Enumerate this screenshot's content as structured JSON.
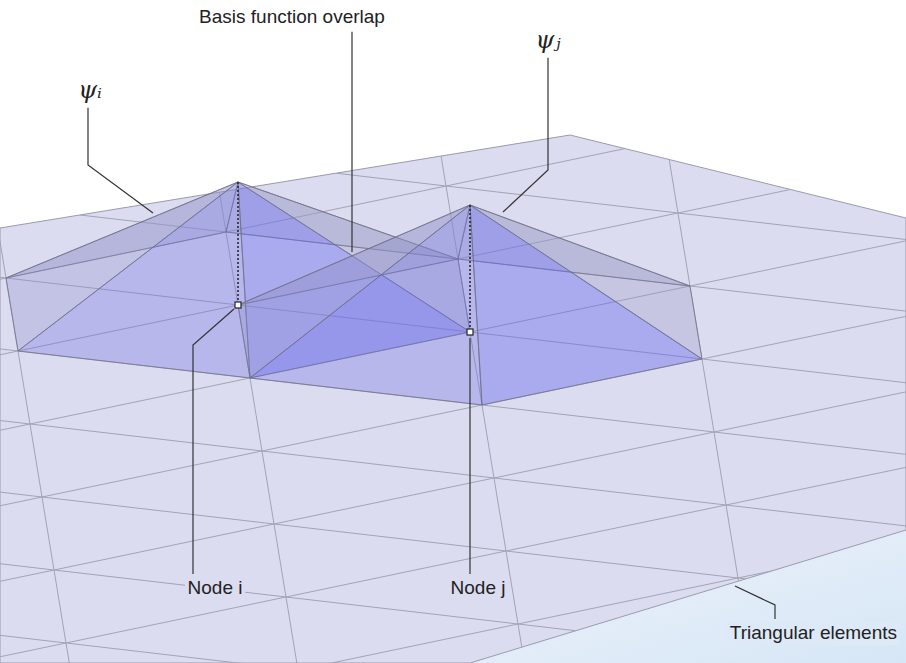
{
  "diagram": {
    "labels": [
      "ψᵢ",
      "Basis function overlap",
      "ψⱼ",
      "Node i",
      "Node j",
      "Triangular elements"
    ]
  }
}
